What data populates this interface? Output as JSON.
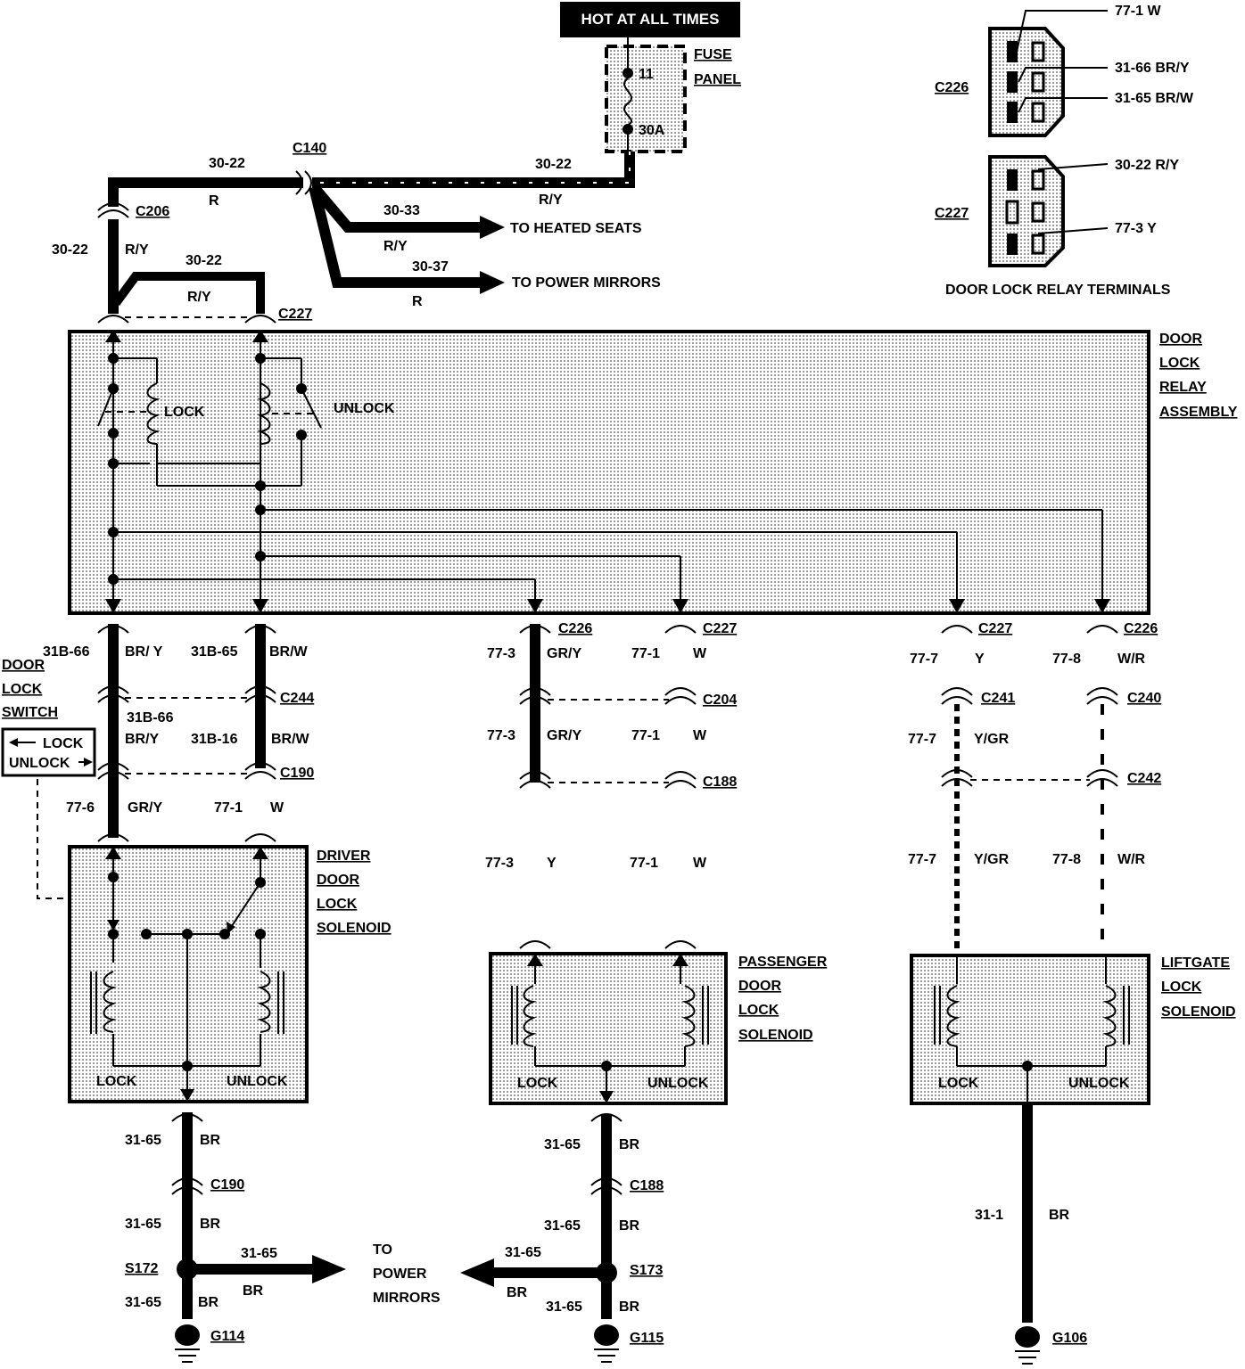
{
  "top": {
    "hot_banner": "HOT AT ALL TIMES",
    "fuse_label_1": "FUSE",
    "fuse_label_2": "PANEL",
    "fuse_pin_top": "11",
    "fuse_rating": "30A"
  },
  "feed": {
    "c140": "C140",
    "c206": "C206",
    "c227": "C227",
    "w1_num": "30-22",
    "w1_color": "R",
    "w2_num": "30-22",
    "w2_color": "R/Y",
    "w3_num": "30-22",
    "w3_color": "R/Y",
    "w4_num": "30-22",
    "w4_color": "R/Y",
    "heated_num": "30-33",
    "heated_color": "R/Y",
    "heated_dest": "TO HEATED SEATS",
    "mirrors_num": "30-37",
    "mirrors_color": "R",
    "mirrors_dest": "TO POWER MIRRORS"
  },
  "terminals": {
    "c226": "C226",
    "c226_pin1": "77-1 W",
    "c226_pin2": "31-66 BR/Y",
    "c226_pin3": "31-65 BR/W",
    "c227": "C227",
    "c227_pin1": "30-22 R/Y",
    "c227_pin2": "77-3 Y",
    "caption": "DOOR LOCK RELAY TERMINALS"
  },
  "relay": {
    "title_1": "DOOR",
    "title_2": "LOCK",
    "title_3": "RELAY",
    "title_4": "ASSEMBLY",
    "lock": "LOCK",
    "unlock": "UNLOCK"
  },
  "driver": {
    "w1_num": "31B-66",
    "w1_color": "BR/ Y",
    "w2_num": "31B-65",
    "w2_color": "BR/W",
    "c244": "C244",
    "w3_num": "31B-66",
    "w3_color": "BR/Y",
    "w4_num": "31B-16",
    "w4_color": "BR/W",
    "c190": "C190",
    "w5_num": "77-6",
    "w5_color": "GR/Y",
    "w6_num": "77-1",
    "w6_color": "W",
    "switch_1": "DOOR",
    "switch_2": "LOCK",
    "switch_3": "SWITCH",
    "sw_lock": "LOCK",
    "sw_unlock": "UNLOCK",
    "sol_1": "DRIVER",
    "sol_2": "DOOR",
    "sol_3": "LOCK",
    "sol_4": "SOLENOID",
    "lock": "LOCK",
    "unlock": "UNLOCK",
    "g1_num": "31-65",
    "g1_color": "BR",
    "g_c190": "C190",
    "g2_num": "31-65",
    "g2_color": "BR",
    "s172": "S172",
    "g3_num": "31-65",
    "g3_color": "BR",
    "to_num": "31-65",
    "to_color": "BR",
    "g114": "G114"
  },
  "mirrors_label": {
    "l1": "TO",
    "l2": "POWER",
    "l3": "MIRRORS"
  },
  "passenger": {
    "c226": "C226",
    "c227": "C227",
    "w1_num": "77-3",
    "w1_color": "GR/Y",
    "w2_num": "77-1",
    "w2_color": "W",
    "c204": "C204",
    "w3_num": "77-3",
    "w3_color": "GR/Y",
    "w4_num": "77-1",
    "w4_color": "W",
    "c188": "C188",
    "w5_num": "77-3",
    "w5_color": "Y",
    "w6_num": "77-1",
    "w6_color": "W",
    "sol_1": "PASSENGER",
    "sol_2": "DOOR",
    "sol_3": "LOCK",
    "sol_4": "SOLENOID",
    "lock": "LOCK",
    "unlock": "UNLOCK",
    "g1_num": "31-65",
    "g1_color": "BR",
    "g_c188": "C188",
    "g2_num": "31-65",
    "g2_color": "BR",
    "s173": "S173",
    "to_num": "31-65",
    "to_color": "BR",
    "g3_num": "31-65",
    "g3_color": "BR",
    "g115": "G115"
  },
  "liftgate": {
    "c227": "C227",
    "c226": "C226",
    "w1_num": "77-7",
    "w1_color": "Y",
    "w2_num": "77-8",
    "w2_color": "W/R",
    "c241": "C241",
    "c240": "C240",
    "w3_num": "77-7",
    "w3_color": "Y/GR",
    "c242": "C242",
    "w4_num": "77-7",
    "w4_color": "Y/GR",
    "w5_num": "77-8",
    "w5_color": "W/R",
    "sol_1": "LIFTGATE",
    "sol_2": "LOCK",
    "sol_3": "SOLENOID",
    "lock": "LOCK",
    "unlock": "UNLOCK",
    "g_num": "31-1",
    "g_color": "BR",
    "g106": "G106"
  }
}
